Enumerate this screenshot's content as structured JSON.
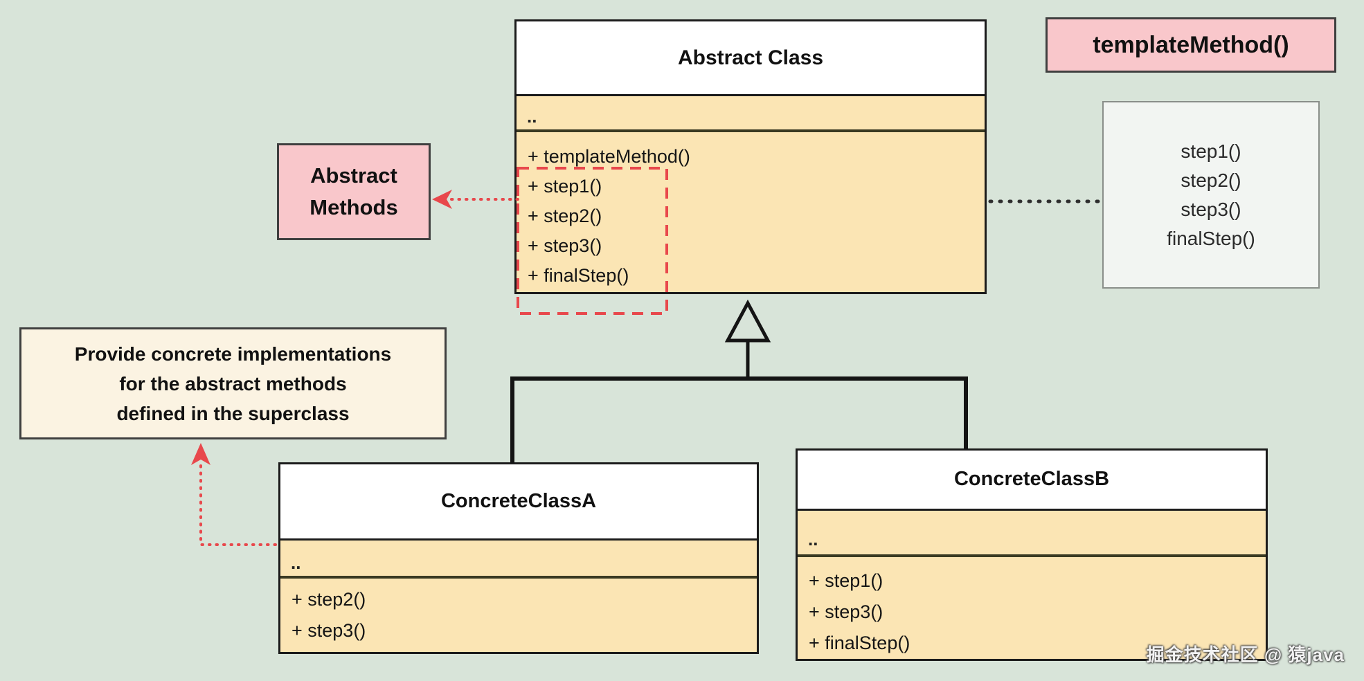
{
  "diagram_title": "Template Method pattern UML",
  "abstract_class": {
    "title": "Abstract Class",
    "attributes": "..",
    "methods": [
      "+ templateMethod()",
      "+ step1()",
      "+ step2()",
      "+ step3()",
      "+ finalStep()"
    ]
  },
  "concrete_class_a": {
    "title": "ConcreteClassA",
    "attributes": "..",
    "methods": [
      "+ step2()",
      "+ step3()"
    ]
  },
  "concrete_class_b": {
    "title": "ConcreteClassB",
    "attributes": "..",
    "methods": [
      "+ step1()",
      "+ step3()",
      "+ finalStep()"
    ]
  },
  "labels": {
    "template_method": "templateMethod()",
    "abstract_methods": "Abstract Methods"
  },
  "note": {
    "lines": [
      "Provide concrete implementations",
      "for the abstract methods",
      "defined in the superclass"
    ]
  },
  "steps_panel": {
    "items": [
      "step1()",
      "step2()",
      "step3()",
      "finalStep()"
    ]
  },
  "watermark": {
    "text": "掘金技术社区 @ 猿java"
  },
  "colors": {
    "background": "#d8e4d9",
    "class_fill": "#fbe5b4",
    "header_fill": "#ffffff",
    "highlight_pink": "#f9c7cb",
    "note_cream": "#fbf3e2",
    "steps_panel_gray": "#f2f5f2",
    "accent_red": "#e8484c",
    "line_black": "#1b1b1b"
  }
}
